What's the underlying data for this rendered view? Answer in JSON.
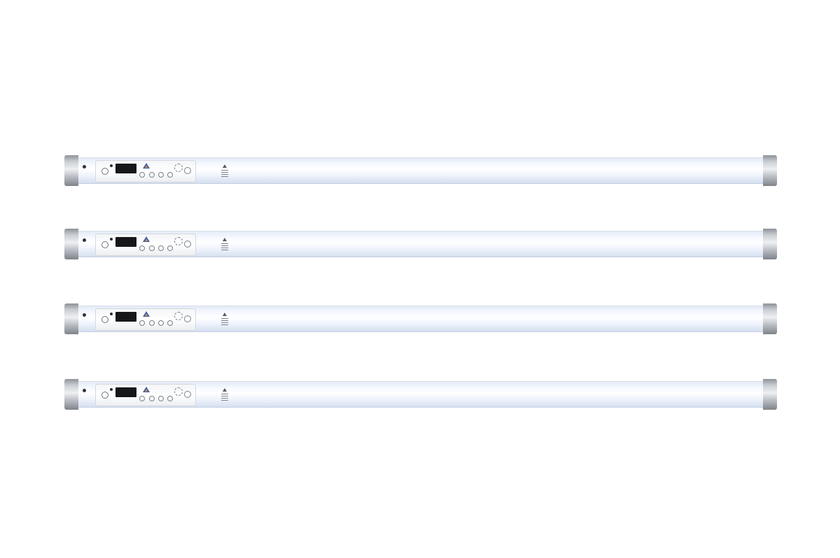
{
  "scene": {
    "description_items": [
      "tube-light-1",
      "tube-light-2",
      "tube-light-3",
      "tube-light-4"
    ],
    "colors": {
      "background": "#ffffff",
      "tube_body": "#f6f9ff",
      "end_cap": "#c9cdd2",
      "display": "#15171b",
      "logo_blue": "#3b5fb0",
      "logo_orange": "#e58a1f"
    },
    "icons": [
      "control-dial-icon",
      "status-led-icon",
      "display-screen-icon",
      "brand-logo-icon",
      "menu-button-icon",
      "down-button-icon",
      "up-button-icon",
      "enter-button-icon",
      "dmx-icon",
      "power-icon",
      "warning-icon"
    ]
  }
}
